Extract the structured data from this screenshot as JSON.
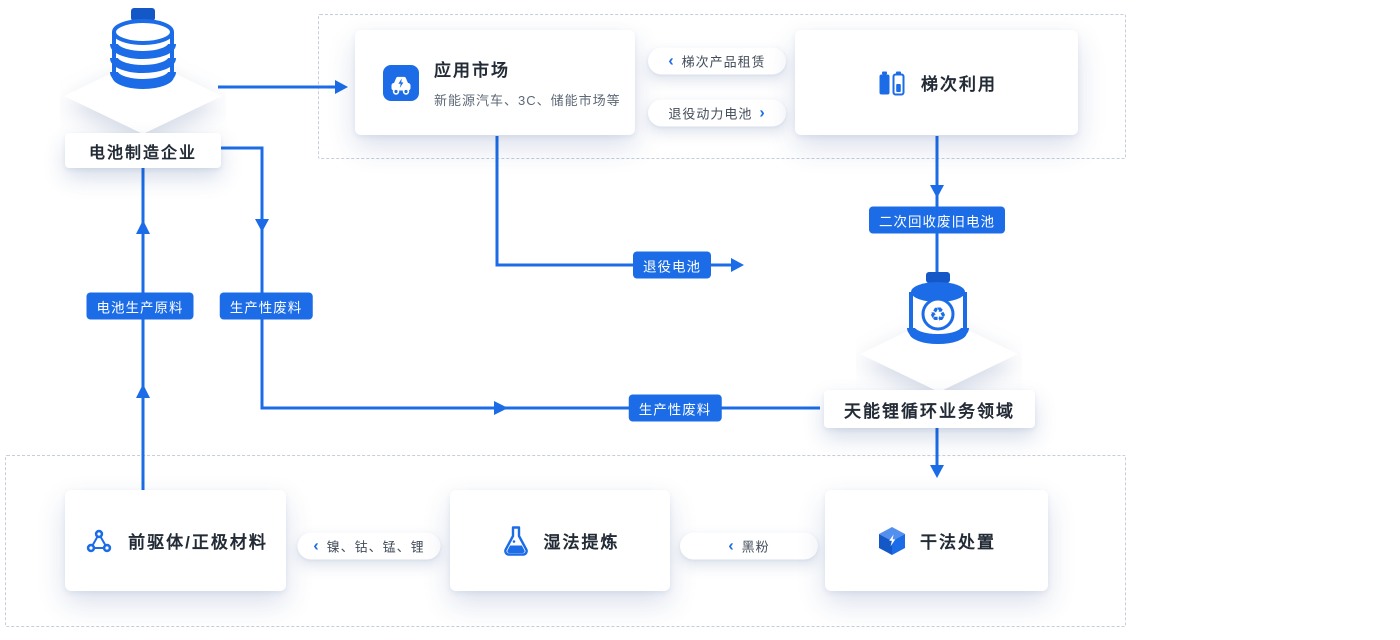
{
  "colors": {
    "primary": "#1B6CE6",
    "primary_dark": "#1458C8",
    "text_dark": "#232B36",
    "text_muted": "#5E6877",
    "dash_border": "#C6CEDB"
  },
  "stations": {
    "manufacturer": {
      "label": "电池制造企业",
      "icon": "battery-stack-icon"
    },
    "recycle_hub": {
      "label": "天能锂循环业务领域",
      "icon": "recycle-battery-icon"
    }
  },
  "cards": {
    "application_market": {
      "title": "应用市场",
      "subtitle": "新能源汽车、3C、储能市场等",
      "icon": "ev-car-icon"
    },
    "cascade_use": {
      "title": "梯次利用",
      "icon": "battery-levels-icon"
    },
    "precursor": {
      "title": "前驱体/正极材料",
      "icon": "molecule-icon"
    },
    "wet_refining": {
      "title": "湿法提炼",
      "icon": "flask-icon"
    },
    "dry_disposal": {
      "title": "干法处置",
      "icon": "cube-icon"
    }
  },
  "pills": {
    "cascade_lease": {
      "chevron": "‹",
      "label": "梯次产品租赁"
    },
    "retired_power_battery": {
      "label": "退役动力电池",
      "chevron": "›"
    },
    "ni_co_mn_li": {
      "chevron": "‹",
      "label": "镍、钴、锰、锂"
    },
    "black_powder": {
      "chevron": "‹",
      "label": "黑粉"
    }
  },
  "badges": {
    "battery_raw_material": {
      "label": "电池生产原料"
    },
    "production_waste_left": {
      "label": "生产性废料"
    },
    "retired_battery": {
      "label": "退役电池"
    },
    "secondary_recycled_battery": {
      "label": "二次回收废旧电池"
    },
    "production_waste_bottom": {
      "label": "生产性废料"
    }
  }
}
